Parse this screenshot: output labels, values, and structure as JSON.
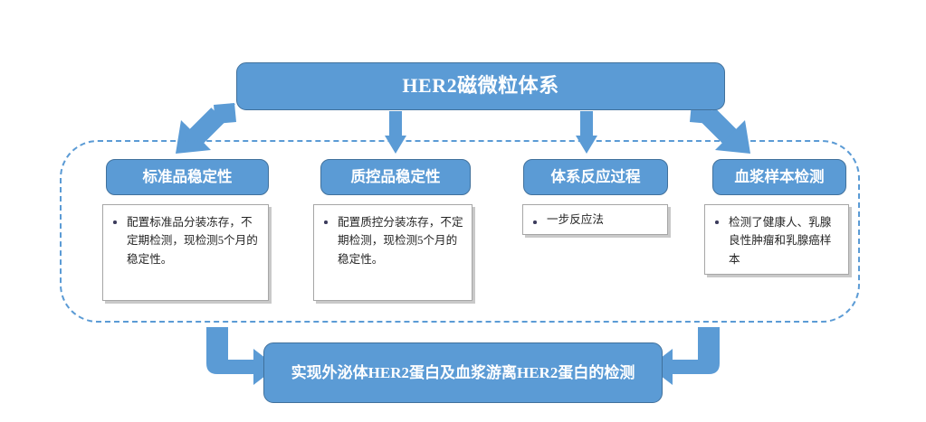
{
  "diagram": {
    "title_box": {
      "label": "HER2磁微粒体系"
    },
    "conclusion_box": {
      "label": "实现外泌体HER2蛋白及血浆游离HER2蛋白的检测"
    },
    "group_label": "",
    "sections": [
      {
        "header": "标准品稳定性",
        "bullets": [
          "配置标准品分装冻存，不定期检测，现检测5个月的稳定性。"
        ]
      },
      {
        "header": "质控品稳定性",
        "bullets": [
          "配置质控分装冻存，不定期检测，现检测5个月的稳定性。"
        ]
      },
      {
        "header": "体系反应过程",
        "bullets": [
          "一步反应法"
        ]
      },
      {
        "header": "血浆样本检测",
        "bullets": [
          "检测了健康人、乳腺良性肿瘤和乳腺癌样本"
        ]
      }
    ],
    "colors": {
      "box_fill": "#5B9BD5",
      "box_border": "#41719C",
      "arrow_fill": "#5B9BD5",
      "dashed_border": "#5B9BD5",
      "content_border": "#A6A6A6",
      "content_shadow": "#C9C9C9",
      "text_on_blue": "#FFFFFF",
      "body_text": "#262626"
    },
    "arrows": [
      {
        "name": "arrow-title-to-section-1",
        "kind": "diagonal-down-left"
      },
      {
        "name": "arrow-title-to-section-2",
        "kind": "straight-down"
      },
      {
        "name": "arrow-title-to-section-3",
        "kind": "straight-down"
      },
      {
        "name": "arrow-title-to-section-4",
        "kind": "diagonal-down-right"
      },
      {
        "name": "arrow-group-to-conclusion-left",
        "kind": "elbow-down-right"
      },
      {
        "name": "arrow-group-to-conclusion-right",
        "kind": "elbow-down-left"
      }
    ]
  }
}
